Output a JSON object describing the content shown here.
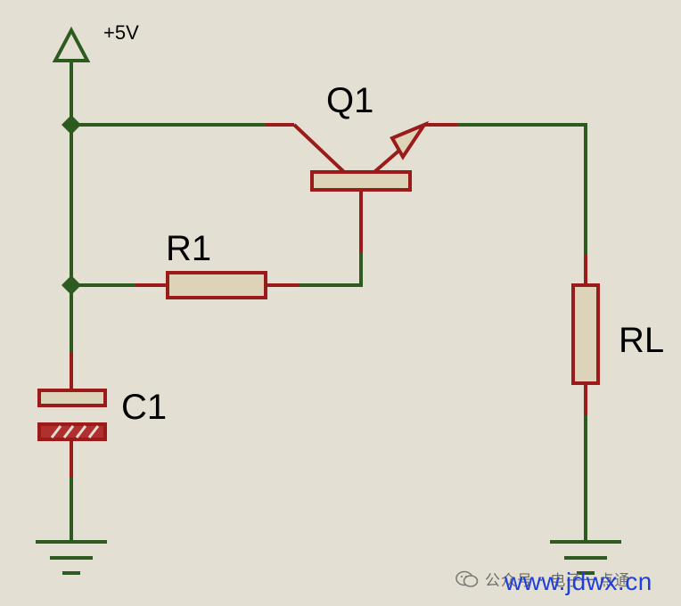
{
  "labels": {
    "supply": "+5V",
    "transistor": "Q1",
    "resistor": "R1",
    "capacitor": "C1",
    "load": "RL"
  },
  "watermark": {
    "account": "公众号 · 电子一点通",
    "site": "www.jdwx.cn"
  },
  "colors": {
    "background": "#e3dfd2",
    "wire": "#2d5a1f",
    "component": "#9b1b1b",
    "component_fill": "#dcd3b9",
    "watermark_url": "#1e3ee0"
  }
}
